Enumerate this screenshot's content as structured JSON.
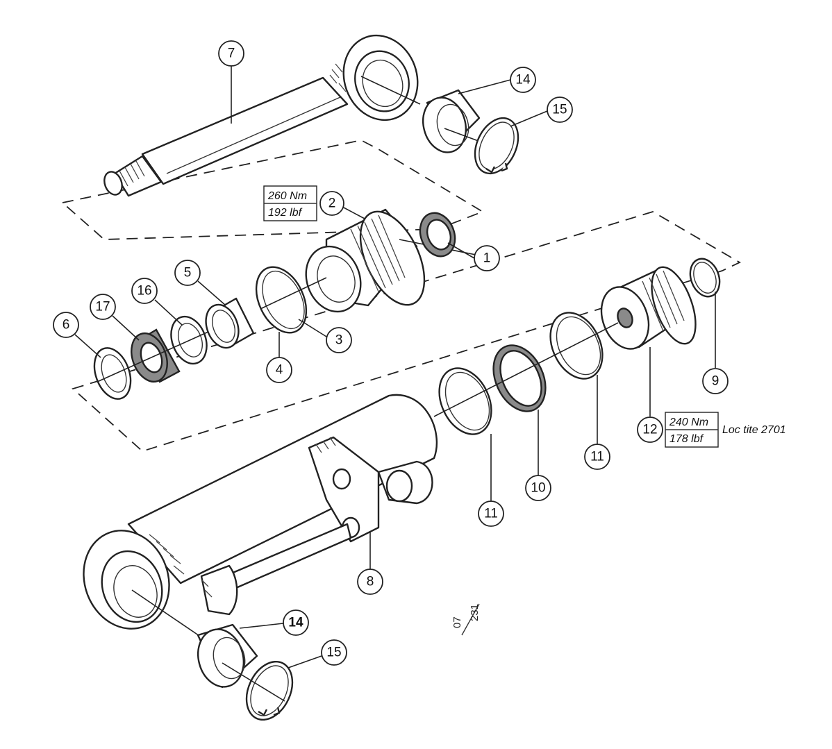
{
  "callouts": [
    {
      "label": "7"
    },
    {
      "label": "14"
    },
    {
      "label": "15"
    },
    {
      "label": "2"
    },
    {
      "label": "1"
    },
    {
      "label": "5"
    },
    {
      "label": "16"
    },
    {
      "label": "17"
    },
    {
      "label": "6"
    },
    {
      "label": "3"
    },
    {
      "label": "4"
    },
    {
      "label": "9"
    },
    {
      "label": "12"
    },
    {
      "label": "11"
    },
    {
      "label": "10"
    },
    {
      "label": "11"
    },
    {
      "label": "8"
    },
    {
      "label": "14"
    },
    {
      "label": "15"
    }
  ],
  "torque_specs": [
    {
      "nm": "260 Nm",
      "lbf": "192 lbf"
    },
    {
      "nm": "240 Nm",
      "lbf": "178 lbf"
    }
  ],
  "adhesive_note": "Loc tite 2701",
  "reference": {
    "top": "07",
    "bottom": "231"
  }
}
